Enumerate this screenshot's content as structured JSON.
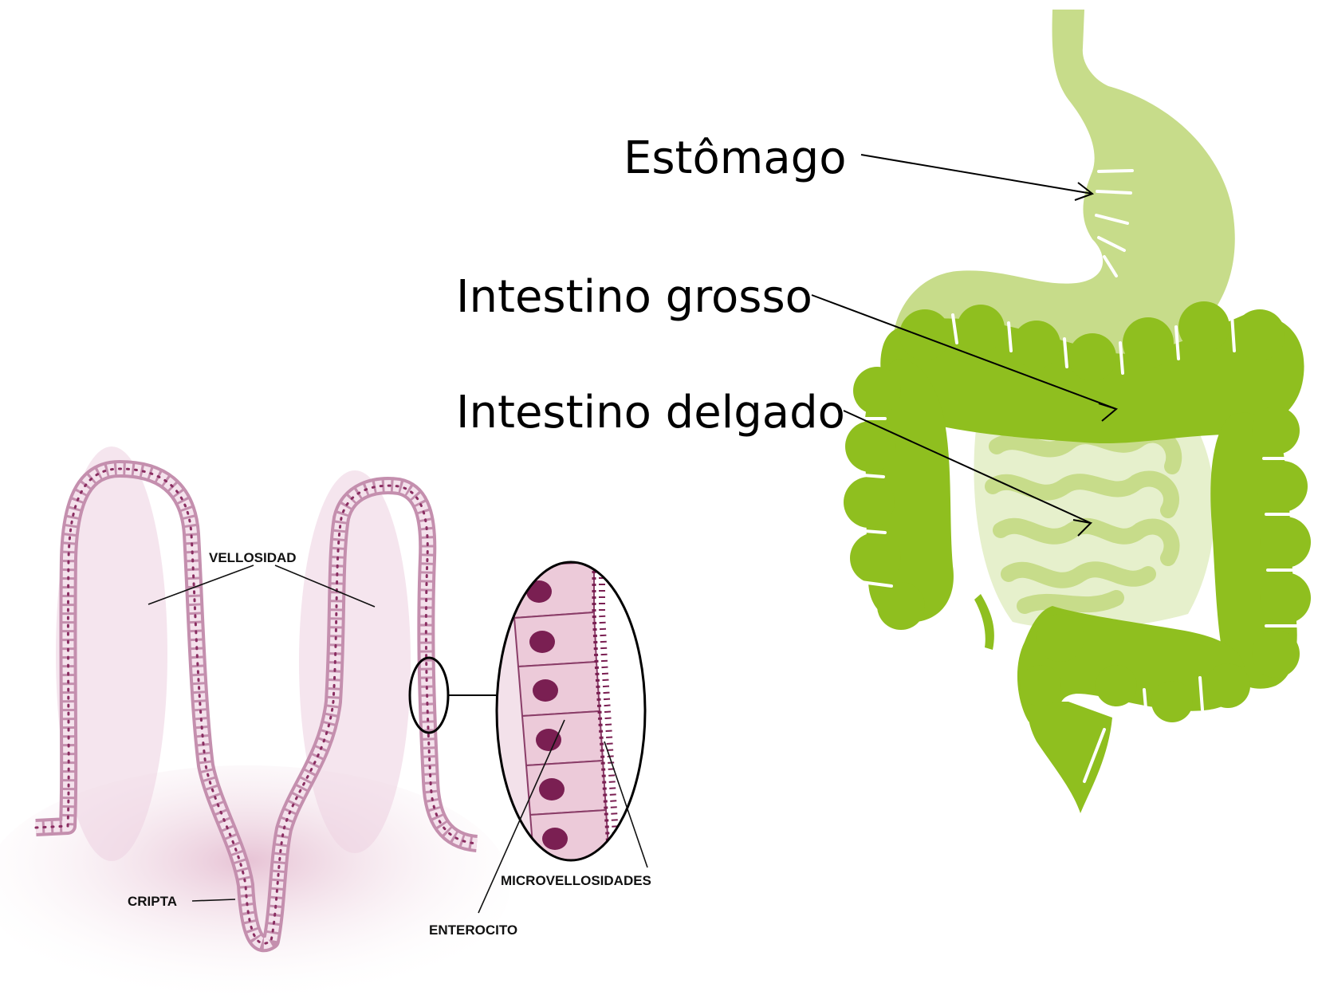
{
  "labels": {
    "estomago": "Estômago",
    "intestino_grosso": "Intestino grosso",
    "intestino_delgado": "Intestino delgado",
    "vellosidad": "VELLOSIDAD",
    "cripta": "CRIPTA",
    "microvellosidades": "MICROVELLOSIDADES",
    "enterocito": "ENTEROCITO"
  },
  "colors": {
    "stomach": "#c7dc8a",
    "large_intestine": "#8fbf1f",
    "small_intestine": "#dcebb8",
    "epithelium": "#b97aa0",
    "tissue": "#f2dbe6",
    "nucleus": "#7a1f52"
  }
}
